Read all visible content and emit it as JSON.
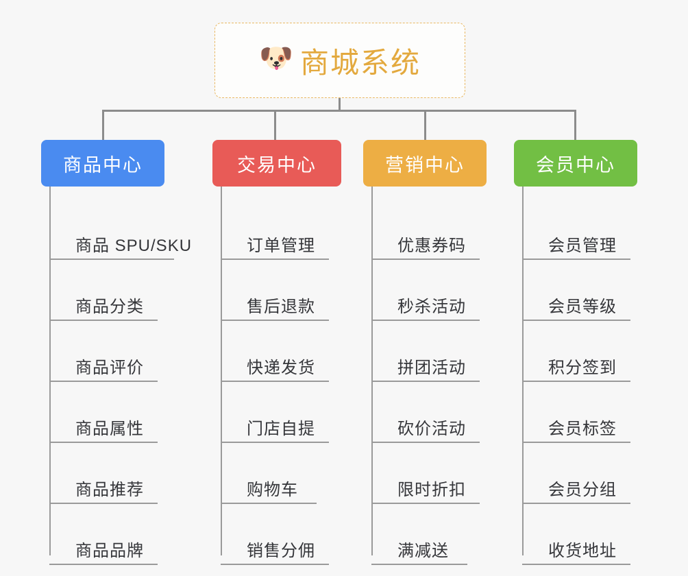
{
  "page": {
    "background_color": "#f7f7f7",
    "type": "mind-map"
  },
  "root": {
    "icon": "shiba-dog-face-emoji",
    "emoji": "🐶",
    "title": "商城系统",
    "title_color": "#e3a93e",
    "border_color": "#e9b862",
    "border_style": "dashed"
  },
  "connector": {
    "color": "#8c8c8c"
  },
  "categories": [
    {
      "label": "商品中心",
      "color": "#4a8bf0",
      "items": [
        "商品 SPU/SKU",
        "商品分类",
        "商品评价",
        "商品属性",
        "商品推荐",
        "商品品牌"
      ]
    },
    {
      "label": "交易中心",
      "color": "#e85b57",
      "items": [
        "订单管理",
        "售后退款",
        "快递发货",
        "门店自提",
        "购物车",
        "销售分佣"
      ]
    },
    {
      "label": "营销中心",
      "color": "#edae44",
      "items": [
        "优惠券码",
        "秒杀活动",
        "拼团活动",
        "砍价活动",
        "限时折扣",
        "满减送"
      ]
    },
    {
      "label": "会员中心",
      "color": "#72bf44",
      "items": [
        "会员管理",
        "会员等级",
        "积分签到",
        "会员标签",
        "会员分组",
        "收货地址"
      ]
    }
  ]
}
